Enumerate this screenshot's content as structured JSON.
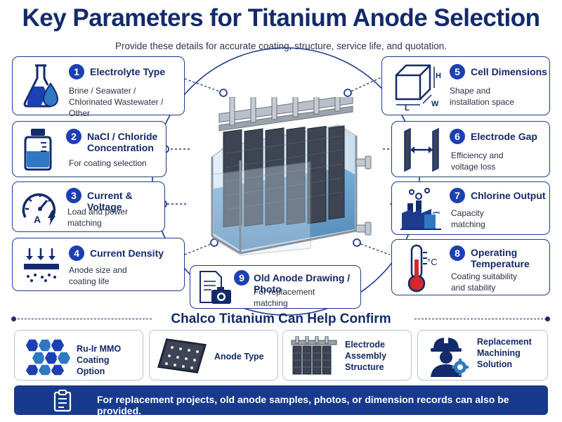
{
  "header": {
    "title": "Key Parameters for Titanium Anode Selection",
    "subtitle": "Provide these details for accurate coating, structure, service life, and quotation."
  },
  "params": [
    {
      "num": "1",
      "title": "Electrolyte Type",
      "desc": "Brine / Seawater / Chlorinated Wastewater / Other",
      "icon": "flask-icon"
    },
    {
      "num": "2",
      "title": "NaCl / Chloride Concentration",
      "desc": "For coating selection",
      "icon": "bottle-icon"
    },
    {
      "num": "3",
      "title": "Current & Voltage",
      "desc": "Load and power matching",
      "icon": "gauge-icon"
    },
    {
      "num": "4",
      "title": "Current Density",
      "desc": "Anode size and coating life",
      "icon": "density-icon"
    },
    {
      "num": "5",
      "title": "Cell Dimensions",
      "desc": "Shape and installation space",
      "icon": "cube-icon",
      "labels": [
        "H",
        "W",
        "L"
      ]
    },
    {
      "num": "6",
      "title": "Electrode Gap",
      "desc": "Efficiency and voltage loss",
      "icon": "gap-icon"
    },
    {
      "num": "7",
      "title": "Chlorine Output",
      "desc": "Capacity matching",
      "icon": "factory-icon"
    },
    {
      "num": "8",
      "title": "Operating Temperature",
      "desc": "Coating suitability and stability",
      "icon": "thermometer-icon",
      "unit": "°C"
    },
    {
      "num": "9",
      "title": "Old Anode Drawing / Photo",
      "desc": "For replacement matching",
      "icon": "drawing-camera-icon"
    }
  ],
  "confirm": {
    "title": "Chalco Titanium Can Help Confirm",
    "items": [
      {
        "label": "Ru-Ir MMO Coating Option",
        "icon": "hexagon-icon"
      },
      {
        "label": "Anode Type",
        "icon": "mesh-plate-icon"
      },
      {
        "label": "Electrode Assembly Structure",
        "icon": "electrode-assembly-icon"
      },
      {
        "label": "Replacement Machining Solution",
        "icon": "engineer-icon"
      }
    ]
  },
  "footer": {
    "text": "For replacement projects, old anode samples, photos, or dimension records can also be provided.",
    "icon": "clipboard-icon"
  },
  "colors": {
    "navy": "#132a6b",
    "accent": "#1c3fb3",
    "water": "#2f78c4",
    "red": "#d62828"
  }
}
